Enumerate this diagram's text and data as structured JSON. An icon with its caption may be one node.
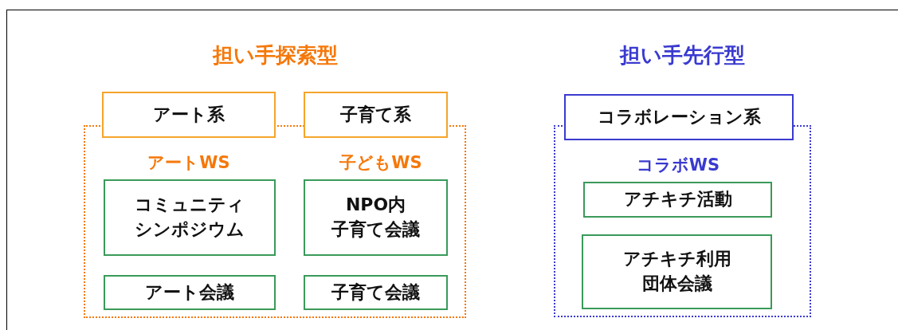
{
  "diagram": {
    "nodes": [
      {
        "text": [
          "担い手探索型"
        ]
      },
      {
        "text": [
          "アート系"
        ]
      },
      {
        "text": [
          "コミュニティシンポジウム"
        ],
        "in": 0
      },
      {
        "text": [
          "アート会議"
        ],
        "in": 0
      },
      {
        "text": [
          "子育て系"
        ]
      },
      {
        "text": [
          "NPO内子育て会議"
        ],
        "in": 0
      },
      {
        "text": [
          "子育て会議"
        ],
        "in": 0
      },
      {
        "text": [
          "担い手先行型"
        ]
      },
      {
        "text": [
          "コラボレーション系"
        ]
      },
      {
        "text": [
          "アチキチ活動"
        ],
        "in": 7
      },
      {
        "text": [
          "アチキチ利用団体会議"
        ],
        "in": 7
      }
    ],
    "edges": [],
    "labels": [
      "アートWS",
      "子どもWS",
      "コラボWS"
    ]
  }
}
